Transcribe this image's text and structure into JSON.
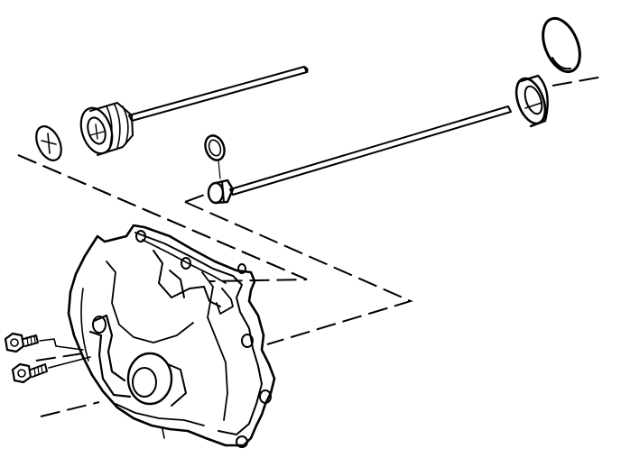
{
  "diagram": {
    "style": "black-and-white exploded line drawing",
    "colors": {
      "ink": "#000000",
      "paper": "#ffffff"
    },
    "parts": [
      "retaining-ring",
      "seal",
      "shaft-long-upper",
      "gear-spool",
      "washer",
      "small-o-ring",
      "small-gear-hub",
      "shaft-long-lower",
      "housing-cover",
      "bolt-upper",
      "bolt-lower"
    ]
  }
}
